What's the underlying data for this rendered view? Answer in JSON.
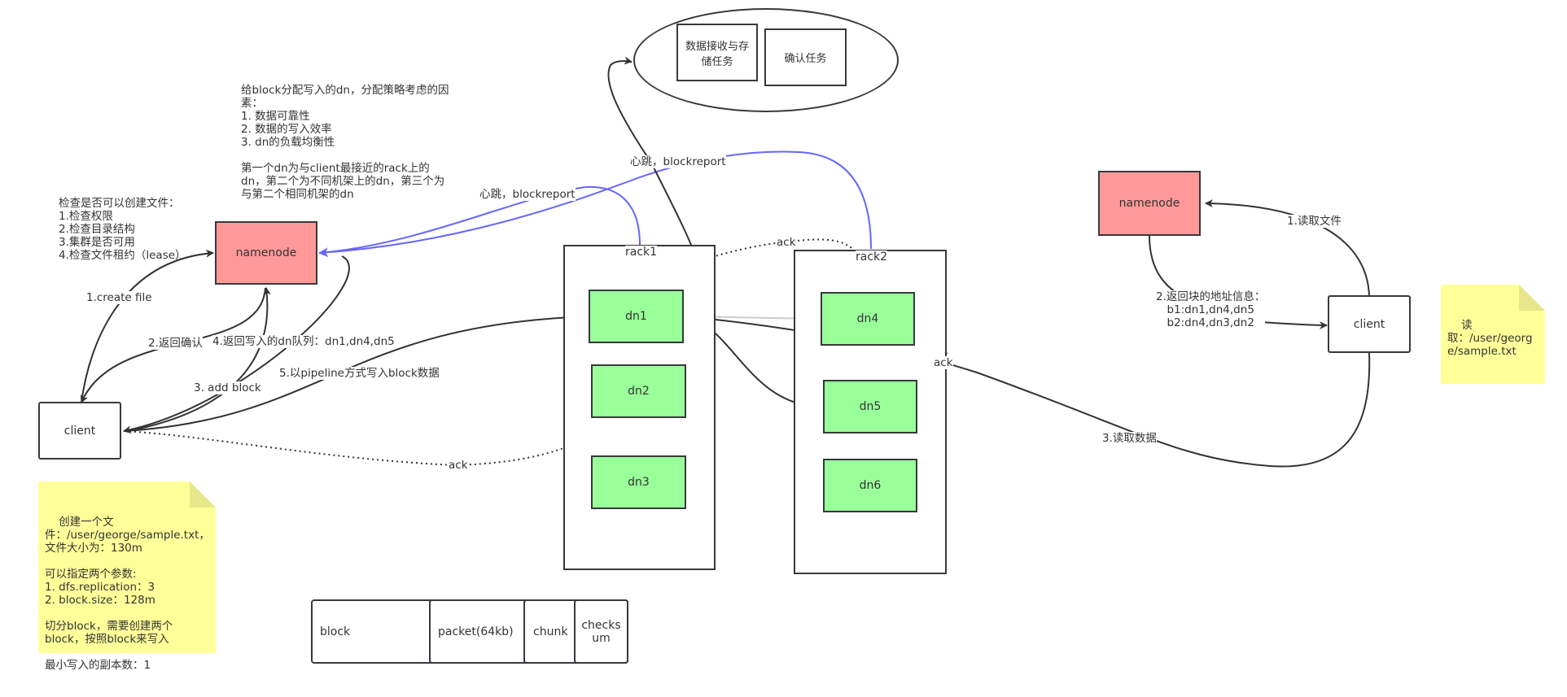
{
  "left": {
    "client": "client",
    "namenode": "namenode",
    "check_text": "检查是否可以创建文件：\n1.检查权限\n2.检查目录结构\n3.集群是否可用\n4.检查文件租约（lease）",
    "assign_text": "给block分配写入的dn，分配策略考虑的因\n素：\n1. 数据可靠性\n2. 数据的写入效率\n3. dn的负载均衡性\n\n第一个dn为与client最接近的rack上的\ndn，第二个为不同机架上的dn，第三个为\n与第二个相同机架的dn",
    "labels": {
      "create_file": "1.create file",
      "return_confirm": "2.返回确认",
      "add_block": "3. add block",
      "return_dn": "4.返回写入的dn队列：dn1,dn4,dn5",
      "pipeline": "5.以pipeline方式写入block数据",
      "ack": "ack"
    },
    "note": "创建一个文\n件：/user/george/sample.txt，\n文件大小为：130m\n\n可以指定两个参数:\n1. dfs.replication：3\n2. block.size：128m\n\n切分block，需要创建两个\nblock，按照block来写入\n\n最小写入的副本数：1"
  },
  "heartbeat": {
    "label_left": "心跳，blockreport",
    "label_top": "心跳，blockreport",
    "task_data": "数据接收与存\n储任务",
    "task_confirm": "确认任务"
  },
  "rack1": {
    "label": "rack1",
    "nodes": [
      "dn1",
      "dn2",
      "dn3"
    ]
  },
  "rack2": {
    "label": "rack2",
    "nodes": [
      "dn4",
      "dn5",
      "dn6"
    ]
  },
  "ack_labels": {
    "top": "ack",
    "right": "ack"
  },
  "structure": {
    "block": "block",
    "packet": "packet(64kb)",
    "chunk": "chunk",
    "checksum": "checks\num"
  },
  "right": {
    "namenode": "namenode",
    "client": "client",
    "read_file": "1.读取文件",
    "return_addr": "2.返回块的地址信息：\nb1:dn1,dn4,dn5\nb2:dn4,dn3,dn2",
    "read_data": "3.读取数据",
    "note": "读\n取：/user/georg\ne/sample.txt"
  },
  "colors": {
    "namenode_fill": "#ff9999",
    "datanode_fill": "#99ff99",
    "note_fill": "#ffff99",
    "heartbeat_line": "#6666ff",
    "line": "#333333"
  }
}
